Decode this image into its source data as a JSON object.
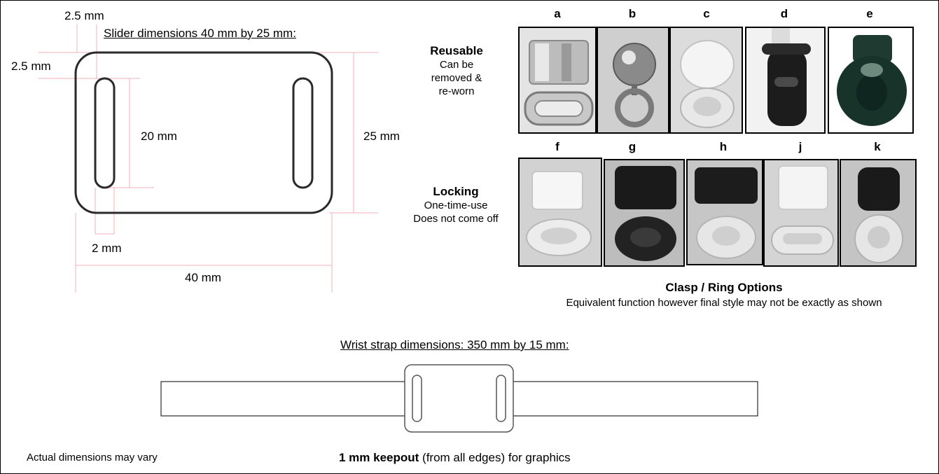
{
  "slider": {
    "title": "Slider dimensions 40 mm by 25 mm:",
    "dims": {
      "top_offset": "2.5 mm",
      "left_offset": "2.5 mm",
      "slot_height": "20 mm",
      "total_height": "25 mm",
      "slot_width": "2 mm",
      "total_width": "40 mm"
    }
  },
  "reusable": {
    "heading": "Reusable",
    "lines": [
      "Can be",
      "removed &",
      "re-worn"
    ]
  },
  "locking": {
    "heading": "Locking",
    "lines": [
      "One-time-use",
      "Does not come off"
    ]
  },
  "clasps": {
    "row1": [
      "a",
      "b",
      "c",
      "d",
      "e"
    ],
    "row2": [
      "f",
      "g",
      "h",
      "j",
      "k"
    ],
    "title": "Clasp / Ring Options",
    "subtitle": "Equivalent function however final style may not be exactly as shown"
  },
  "strap": {
    "title": "Wrist strap dimensions: 350 mm by 15 mm:"
  },
  "footer": {
    "disclaimer": "Actual dimensions may vary",
    "keepout_bold": "1 mm keepout",
    "keepout_rest": " (from all edges) for graphics"
  }
}
